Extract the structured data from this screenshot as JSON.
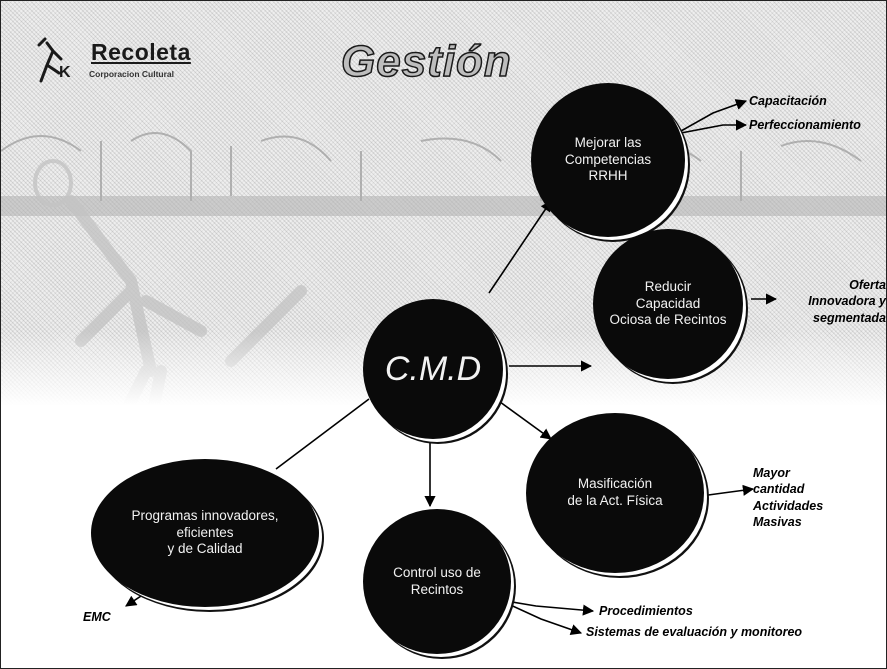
{
  "header": {
    "logo_title": "Recoleta",
    "logo_subtitle": "Corporacion Cultural",
    "page_title": "Gestión"
  },
  "diagram": {
    "center": "C.M.D",
    "nodes": {
      "competencias": "Mejorar las\nCompetencias\nRRHH",
      "capacidad": "Reducir\nCapacidad\nOciosa de Recintos",
      "masificacion": "Masificación\nde la Act. Física",
      "control": "Control uso de\nRecintos",
      "programas": "Programas innovadores,\neficientes\ny de Calidad"
    },
    "notes": {
      "capacitacion": "Capacitación",
      "perfeccionamiento": "Perfeccionamiento",
      "oferta": "Oferta\nInnovadora y\nsegmentada",
      "mayor": "Mayor\ncantidad\nActividades\nMasivas",
      "procedimientos": "Procedimientos",
      "sistemas": "Sistemas de evaluación y monitoreo",
      "emc": "EMC"
    }
  },
  "colors": {
    "node_fill": "#0a0a0a",
    "node_text": "#f2f2f2",
    "background": "#eeeeee"
  }
}
